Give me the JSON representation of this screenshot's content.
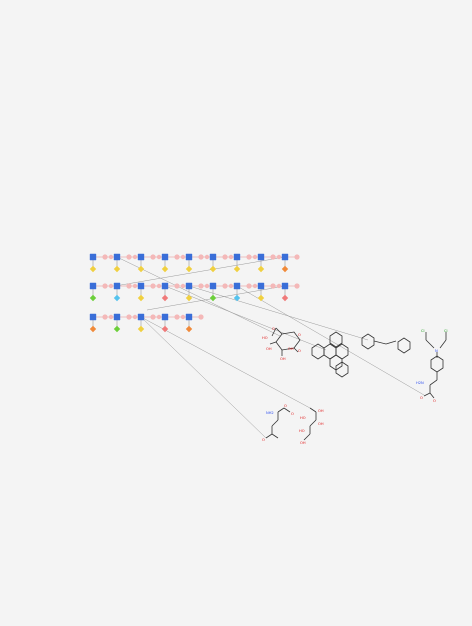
{
  "colors": {
    "background": "#f4f4f4",
    "backbone_node": "#3a6ed8",
    "linker_node": "#f4b8b8",
    "connector_line": "#9a9a9a",
    "marker_orange": "#f08a3a",
    "marker_green": "#6ccf3a",
    "marker_cyan": "#55c3ee",
    "marker_yellow": "#f0d040",
    "marker_red": "#f07a7a",
    "bond": "#333333",
    "oxygen_label": "#e02020",
    "nitrogen_label": "#3050f0",
    "chlorine_label": "#20a020"
  },
  "icons": {
    "backbone": "blue-square-node-icon",
    "linker": "pink-circle-linker-icon",
    "marker": "colored-diamond-marker-icon"
  },
  "chains": [
    {
      "name": "row-1",
      "markers": [
        "yellow",
        "yellow",
        "yellow",
        "yellow",
        "yellow",
        "yellow",
        "yellow",
        "yellow",
        "orange"
      ]
    },
    {
      "name": "row-2",
      "markers": [
        "green",
        "cyan",
        "yellow",
        "red",
        "yellow",
        "green",
        "cyan",
        "yellow",
        "red"
      ]
    },
    {
      "name": "row-3",
      "markers": [
        "orange",
        "green",
        "yellow",
        "red",
        "orange"
      ]
    }
  ],
  "molecules": {
    "glucose_atoms": [
      "O",
      "O",
      "HO",
      "OH",
      "OH",
      "O",
      "OH"
    ],
    "melphalan_atoms": [
      "N",
      "Cl",
      "Cl",
      "H2N",
      "O",
      "O"
    ],
    "glutamyl_sugar_atoms": [
      "NH2",
      "O",
      "O",
      "O",
      "HO",
      "OH",
      "OH",
      "HO",
      "OH"
    ]
  }
}
